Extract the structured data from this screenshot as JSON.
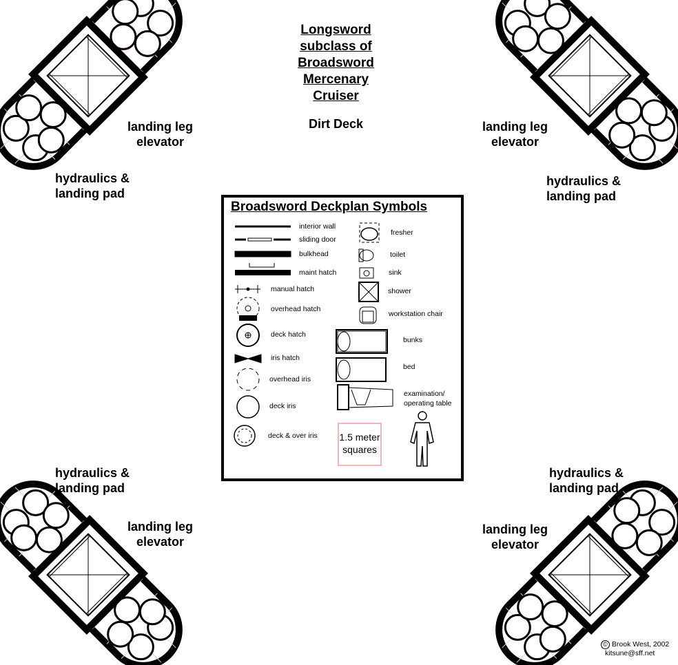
{
  "title_lines": [
    "Longsword",
    "subclass of",
    "Broadsword",
    "Mercenary",
    "Cruiser"
  ],
  "deck_name": "Dirt Deck",
  "labels": {
    "elevator_tl": [
      "landing leg",
      "elevator"
    ],
    "elevator_tr": [
      "landing leg",
      "elevator"
    ],
    "elevator_bl": [
      "landing leg",
      "elevator"
    ],
    "elevator_br": [
      "landing leg",
      "elevator"
    ],
    "pad_tl": [
      "hydraulics &",
      "landing pad"
    ],
    "pad_tr": [
      "hydraulics &",
      "landing pad"
    ],
    "pad_bl": [
      "hydraulics &",
      "landing pad"
    ],
    "pad_br": [
      "hydraulics &",
      "landing pad"
    ]
  },
  "legend": {
    "title": "Broadsword Deckplan Symbols",
    "left": [
      "interior wall",
      "sliding door",
      "bulkhead",
      "maint hatch",
      "manual hatch",
      "overhead hatch",
      "deck hatch",
      "iris hatch",
      "overhead iris",
      "deck iris",
      "deck & over iris"
    ],
    "right": [
      "fresher",
      "toilet",
      "sink",
      "shower",
      "workstation chair",
      "bunks",
      "bed",
      "examination/",
      "operating table"
    ],
    "scale": [
      "1.5 meter",
      "squares"
    ]
  },
  "credit": [
    "Brook West, 2002",
    "kitsune@sff.net"
  ],
  "credit_symbol": "©"
}
